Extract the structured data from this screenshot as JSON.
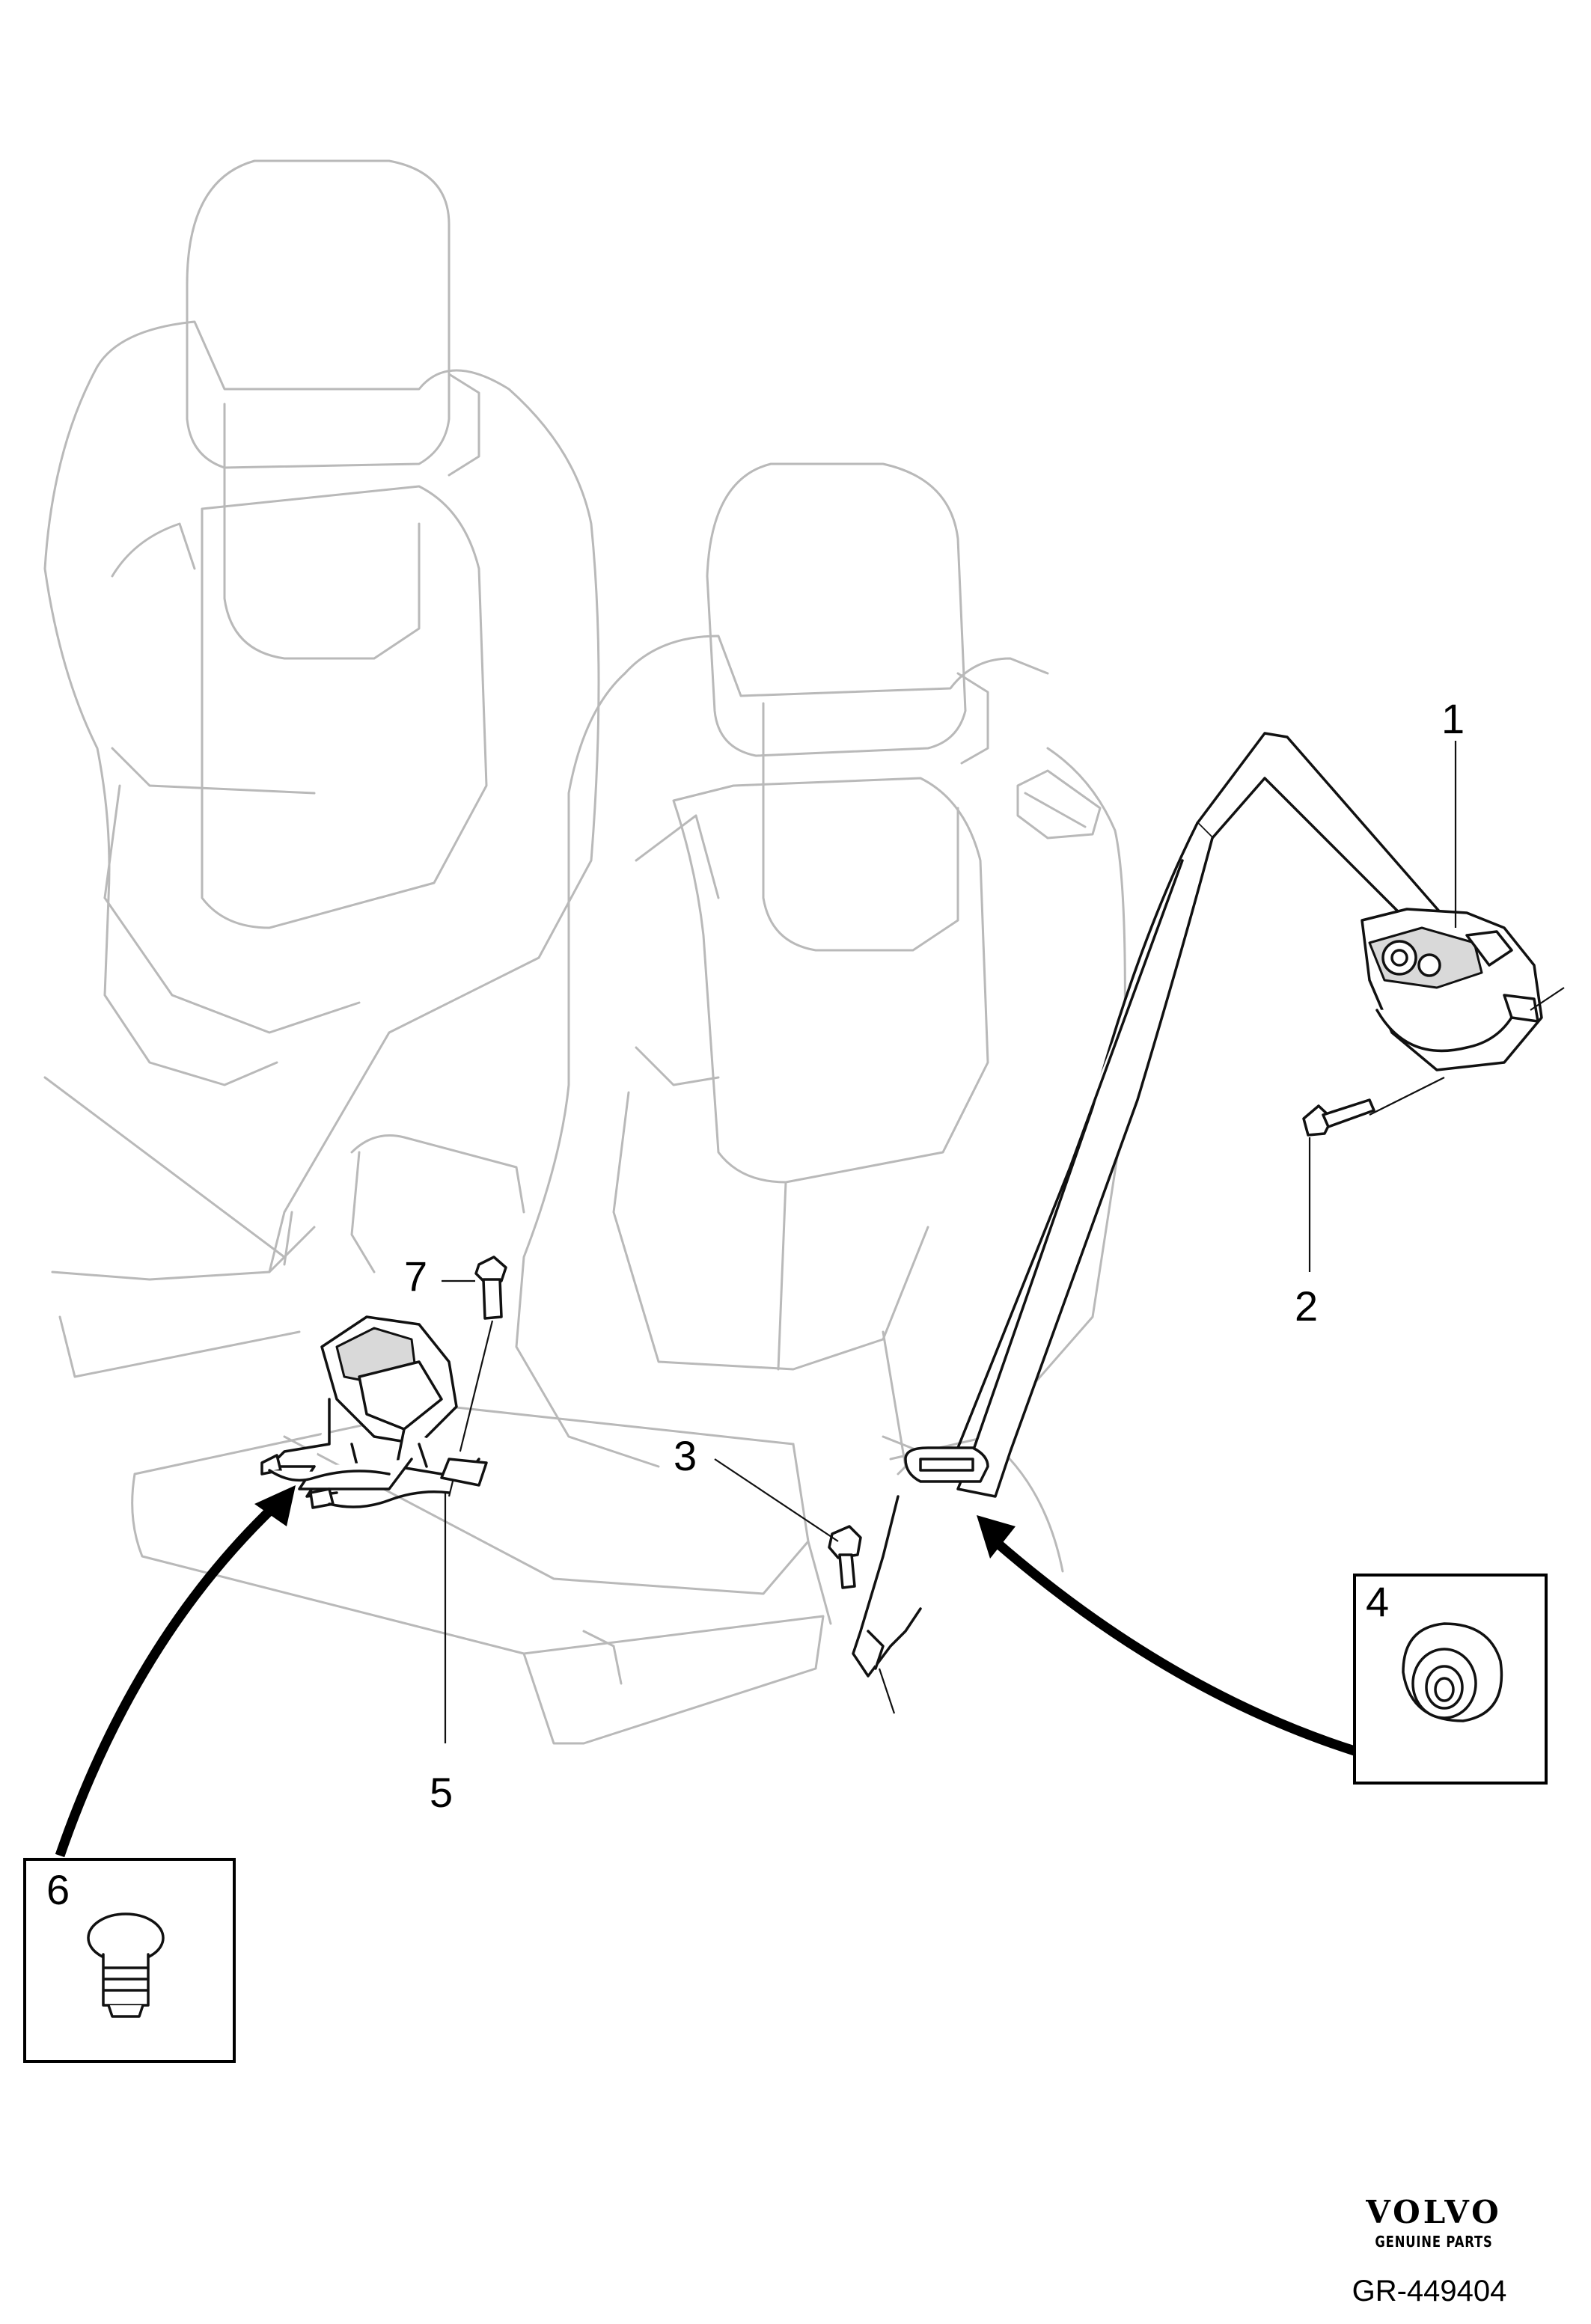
{
  "callouts": {
    "c1": "1",
    "c2": "2",
    "c3": "3",
    "c4": "4",
    "c5": "5",
    "c6": "6",
    "c7": "7"
  },
  "brand": {
    "logo": "VOLVO",
    "tagline": "GENUINE PARTS"
  },
  "drawing_number": "GR-449404",
  "colors": {
    "seat_outline": "#b9b9b9",
    "part_outline": "#111111",
    "arrow": "#000000"
  }
}
